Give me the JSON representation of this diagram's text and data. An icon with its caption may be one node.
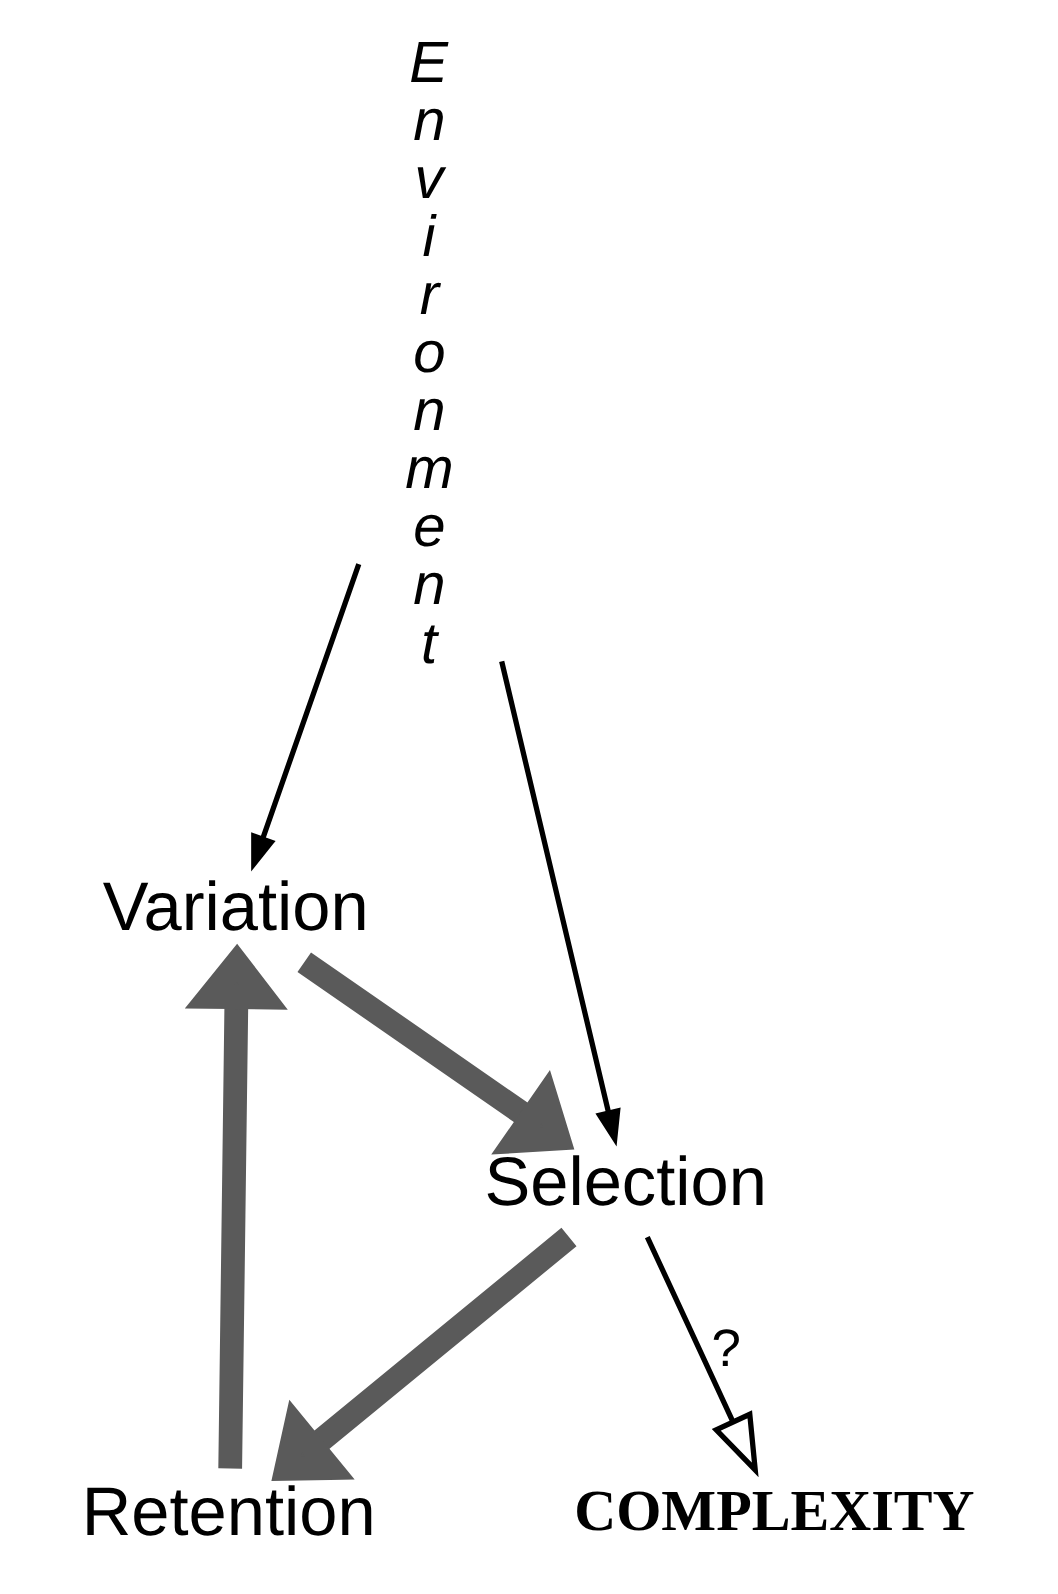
{
  "diagram": {
    "nodes": [
      {
        "text": [
          "Environment"
        ]
      },
      {
        "text": [
          "Variation"
        ]
      },
      {
        "text": [
          "Selection"
        ]
      },
      {
        "text": [
          "Retention"
        ]
      },
      {
        "text": [
          "COMPLEXITY"
        ]
      }
    ],
    "edges": [
      {
        "from": 0,
        "to": 1,
        "arrow": "to"
      },
      {
        "from": 0,
        "to": 2,
        "arrow": "to"
      },
      {
        "from": 1,
        "to": 2,
        "arrow": "to",
        "style": "thick",
        "color": "#5a5a5a"
      },
      {
        "from": 2,
        "to": 3,
        "arrow": "to",
        "style": "thick",
        "color": "#5a5a5a"
      },
      {
        "from": 3,
        "to": 1,
        "arrow": "to",
        "style": "thick",
        "color": "#5a5a5a"
      },
      {
        "from": 2,
        "to": 4,
        "arrow": "to",
        "label": "?"
      }
    ]
  }
}
